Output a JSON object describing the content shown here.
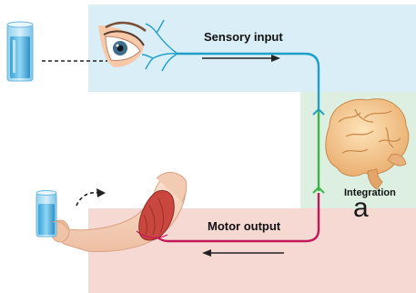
{
  "labels": {
    "sensory_input": "Sensory input",
    "motor_output": "Motor output",
    "integration": "Integration",
    "panel_letter": "a"
  },
  "colors": {
    "sensory_region": "#d9eef7",
    "integration_region": "#dcefe0",
    "motor_region": "#f7d9d3",
    "sensory_pathway": "#1fa0c9",
    "integration_pathway": "#3bb54a",
    "motor_pathway": "#c2185b"
  },
  "icons": [
    "water-glass-icon",
    "eye-icon",
    "brain-icon",
    "arm-holding-glass-icon",
    "muscle-icon"
  ]
}
